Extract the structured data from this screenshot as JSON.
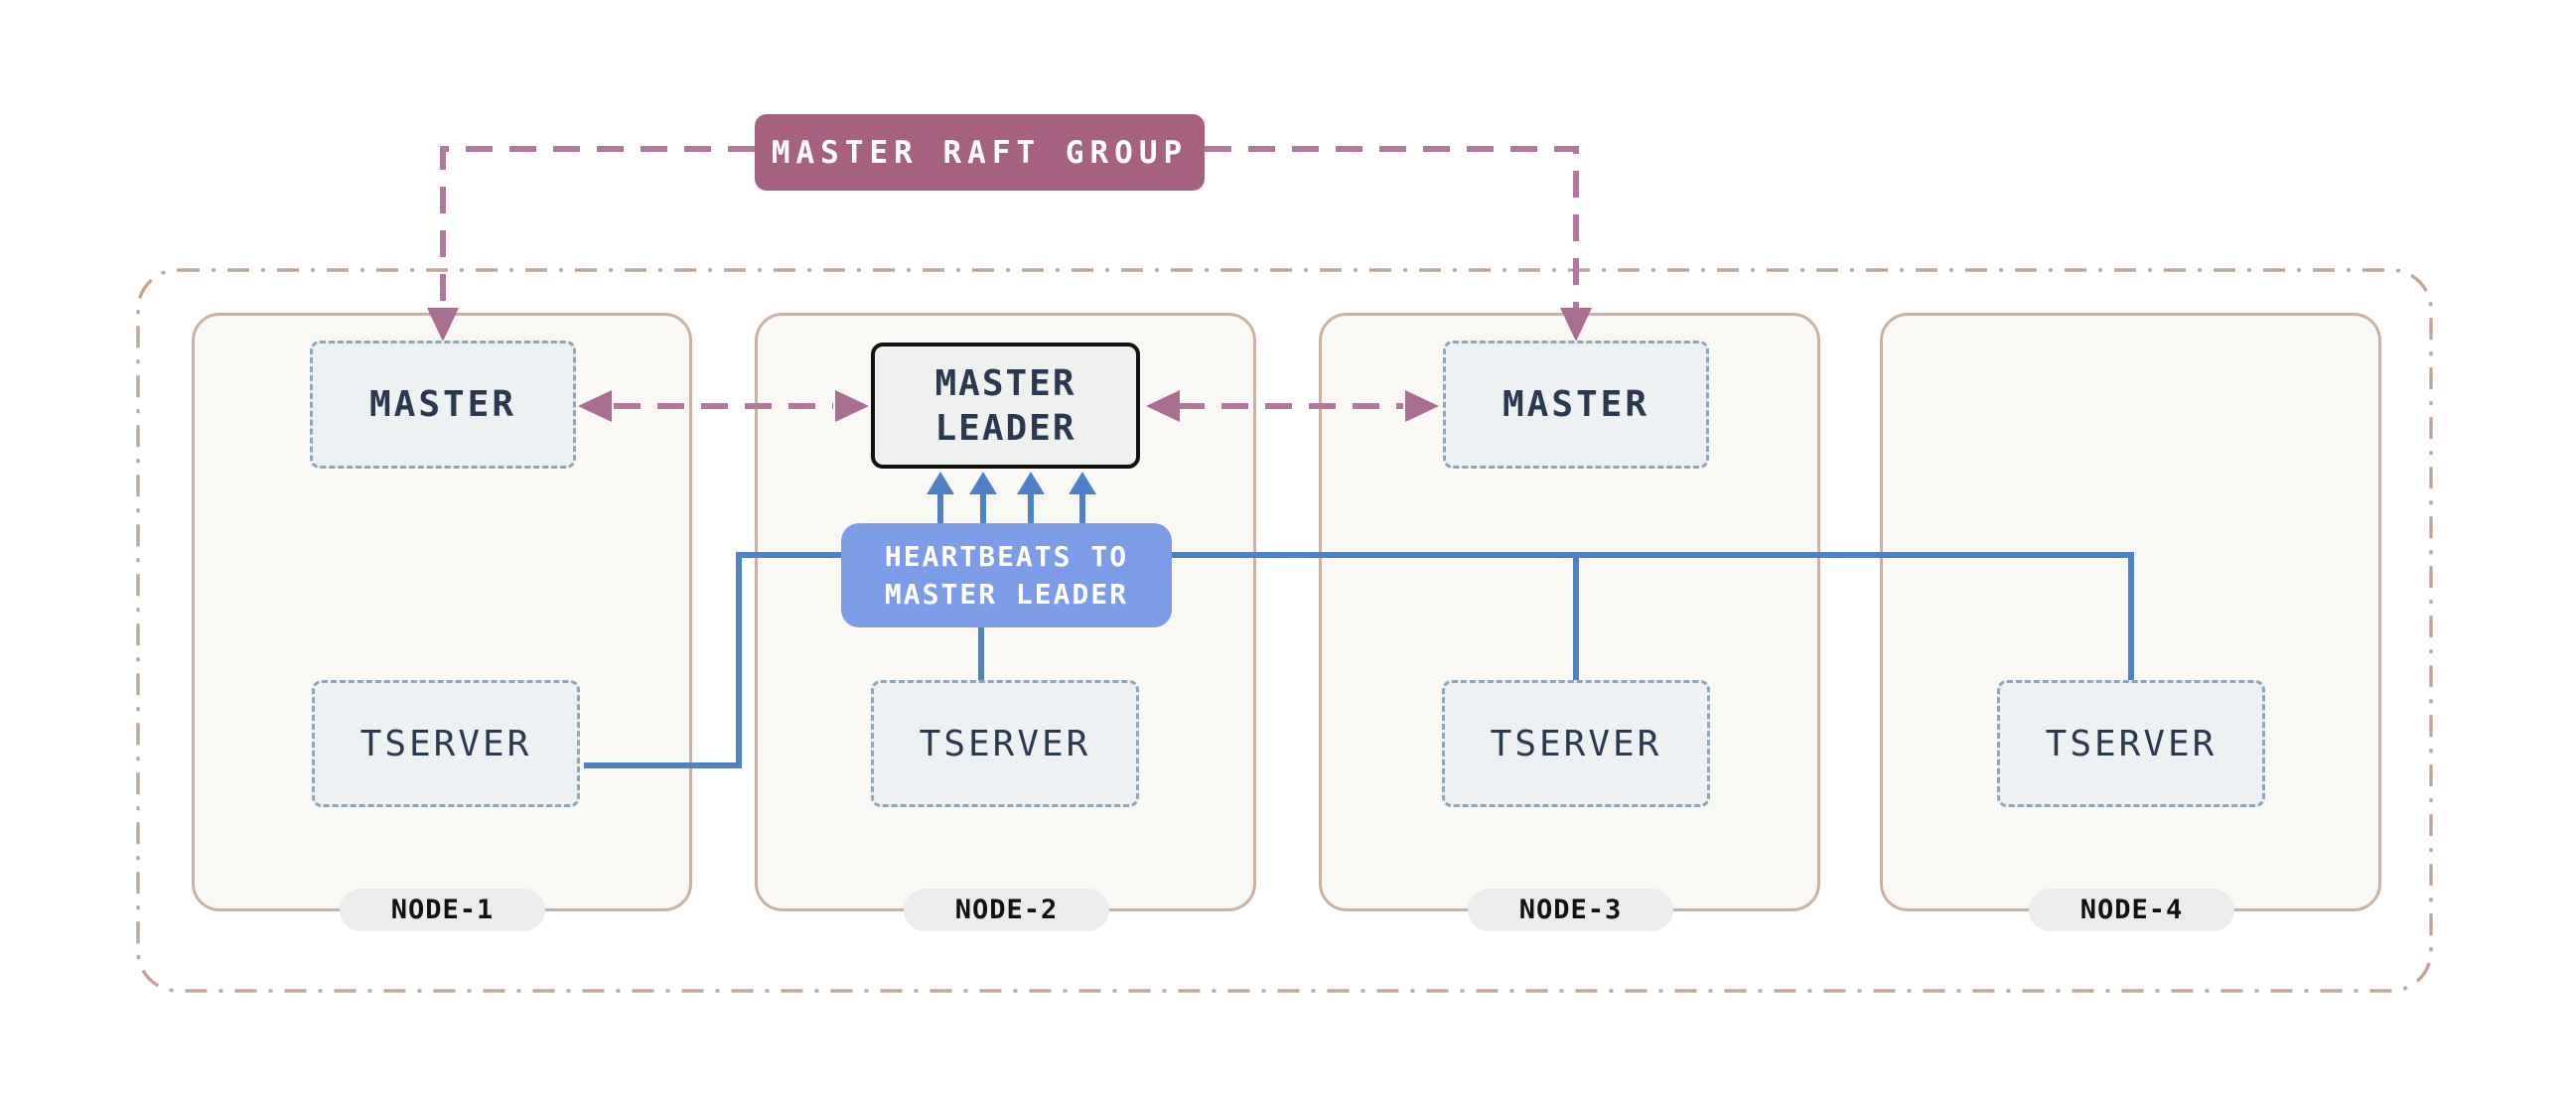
{
  "title_banner": {
    "label": "MASTER RAFT GROUP"
  },
  "leader": {
    "line1": "MASTER",
    "line2": "LEADER"
  },
  "heartbeats_label": {
    "line1": "HEARTBEATS TO",
    "line2": "MASTER LEADER"
  },
  "nodes": [
    {
      "name": "NODE-1",
      "master": "MASTER",
      "tserver": "TSERVER"
    },
    {
      "name": "NODE-2",
      "leader": "MASTER LEADER",
      "tserver": "TSERVER"
    },
    {
      "name": "NODE-3",
      "master": "MASTER",
      "tserver": "TSERVER"
    },
    {
      "name": "NODE-4",
      "tserver": "TSERVER"
    }
  ],
  "colors": {
    "raft_banner": "#a5617f",
    "raft_arrow": "#b0789c",
    "heartbeat_box": "#7d9ce8",
    "heartbeat_line": "#4d82c4",
    "node_fill": "#faf8f5",
    "node_border": "#c9b2a2",
    "outer_border": "#c4a795",
    "component_fill": "#edf1f3",
    "component_border": "#8ea6ba",
    "component_text": "#2b3950",
    "pill_fill": "#ececec"
  }
}
